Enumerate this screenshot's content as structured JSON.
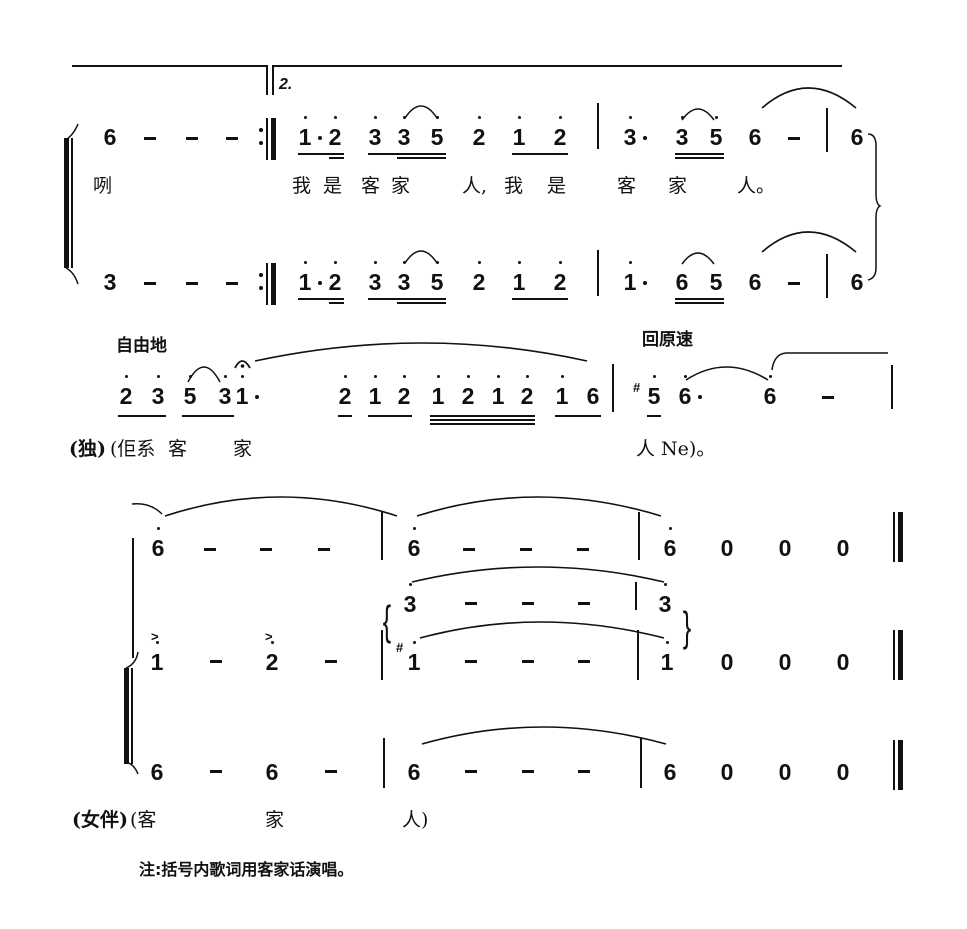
{
  "score": {
    "system1": {
      "volta_label": "2.",
      "voice_upper": {
        "pre_repeat": [
          "6",
          "-",
          "-",
          "-"
        ],
        "measure1": [
          "1̇·",
          "2̇",
          "3̇",
          "3̇",
          "5̇",
          "2̇",
          "1̇",
          "2̇"
        ],
        "measure2": [
          "3̇·",
          "3̇",
          "5̇",
          "6",
          "-"
        ],
        "measure3": [
          "6"
        ]
      },
      "lyrics": {
        "pre": "咧",
        "line": [
          "我",
          "是",
          "客",
          "家",
          "人,",
          "我",
          "是",
          "客",
          "家",
          "人。"
        ]
      },
      "voice_lower": {
        "pre_repeat": [
          "3",
          "-",
          "-",
          "-"
        ],
        "measure1": [
          "1̇·",
          "2̇",
          "3̇",
          "3̇",
          "5̇",
          "2̇",
          "1̇",
          "2̇"
        ],
        "measure2": [
          "1̇·",
          "6",
          "5",
          "6",
          "-"
        ],
        "measure3": [
          "6"
        ]
      }
    },
    "system2": {
      "tempo_free": "自由地",
      "tempo_return": "回原速",
      "notes_free": [
        "2̇",
        "3̇",
        "5̇",
        "3̇",
        "1̇·",
        "2̇",
        "1̇",
        "2̇",
        "1̇",
        "2̇",
        "1̇",
        "2̇",
        "1̇",
        "6"
      ],
      "notes_return": [
        "#5",
        "6̇·",
        "6̇",
        "-"
      ],
      "lyrics": {
        "label": "(独)",
        "words": [
          "(佢系",
          "客",
          "家",
          "人 Ne)。"
        ]
      }
    },
    "system3": {
      "voice_top": {
        "m1": [
          "6̇",
          "-",
          "-",
          "-"
        ],
        "m2": [
          "6̇",
          "-",
          "-",
          "-"
        ],
        "m3": [
          "6̇",
          "0",
          "0",
          "0"
        ]
      },
      "voice_mid_upper": {
        "m2": [
          "3̇",
          "-",
          "-",
          "-"
        ],
        "m3": [
          "3̇"
        ]
      },
      "voice_mid": {
        "m1": [
          "1̇ (accent)",
          "-",
          "2̇ (accent)",
          "-"
        ],
        "m2": [
          "#1̇",
          "-",
          "-",
          "-"
        ],
        "m3": [
          "1̇",
          "0",
          "0",
          "0"
        ]
      },
      "voice_low": {
        "m1": [
          "6",
          "-",
          "6",
          "-"
        ],
        "m2": [
          "6",
          "-",
          "-",
          "-"
        ],
        "m3": [
          "6",
          "0",
          "0",
          "0"
        ]
      },
      "lyrics": {
        "label": "(女伴)",
        "words": [
          "(客",
          "家",
          "人)"
        ]
      }
    },
    "note": "注:括号内歌词用客家话演唱。"
  },
  "glyphs": {
    "n1": "1",
    "n2": "2",
    "n3": "3",
    "n5": "5",
    "n6": "6",
    "n0": "0",
    "sharp": "#",
    "accent": ">",
    "fermata": "𝄐",
    "brace_left": "{",
    "brace_right": "}"
  }
}
